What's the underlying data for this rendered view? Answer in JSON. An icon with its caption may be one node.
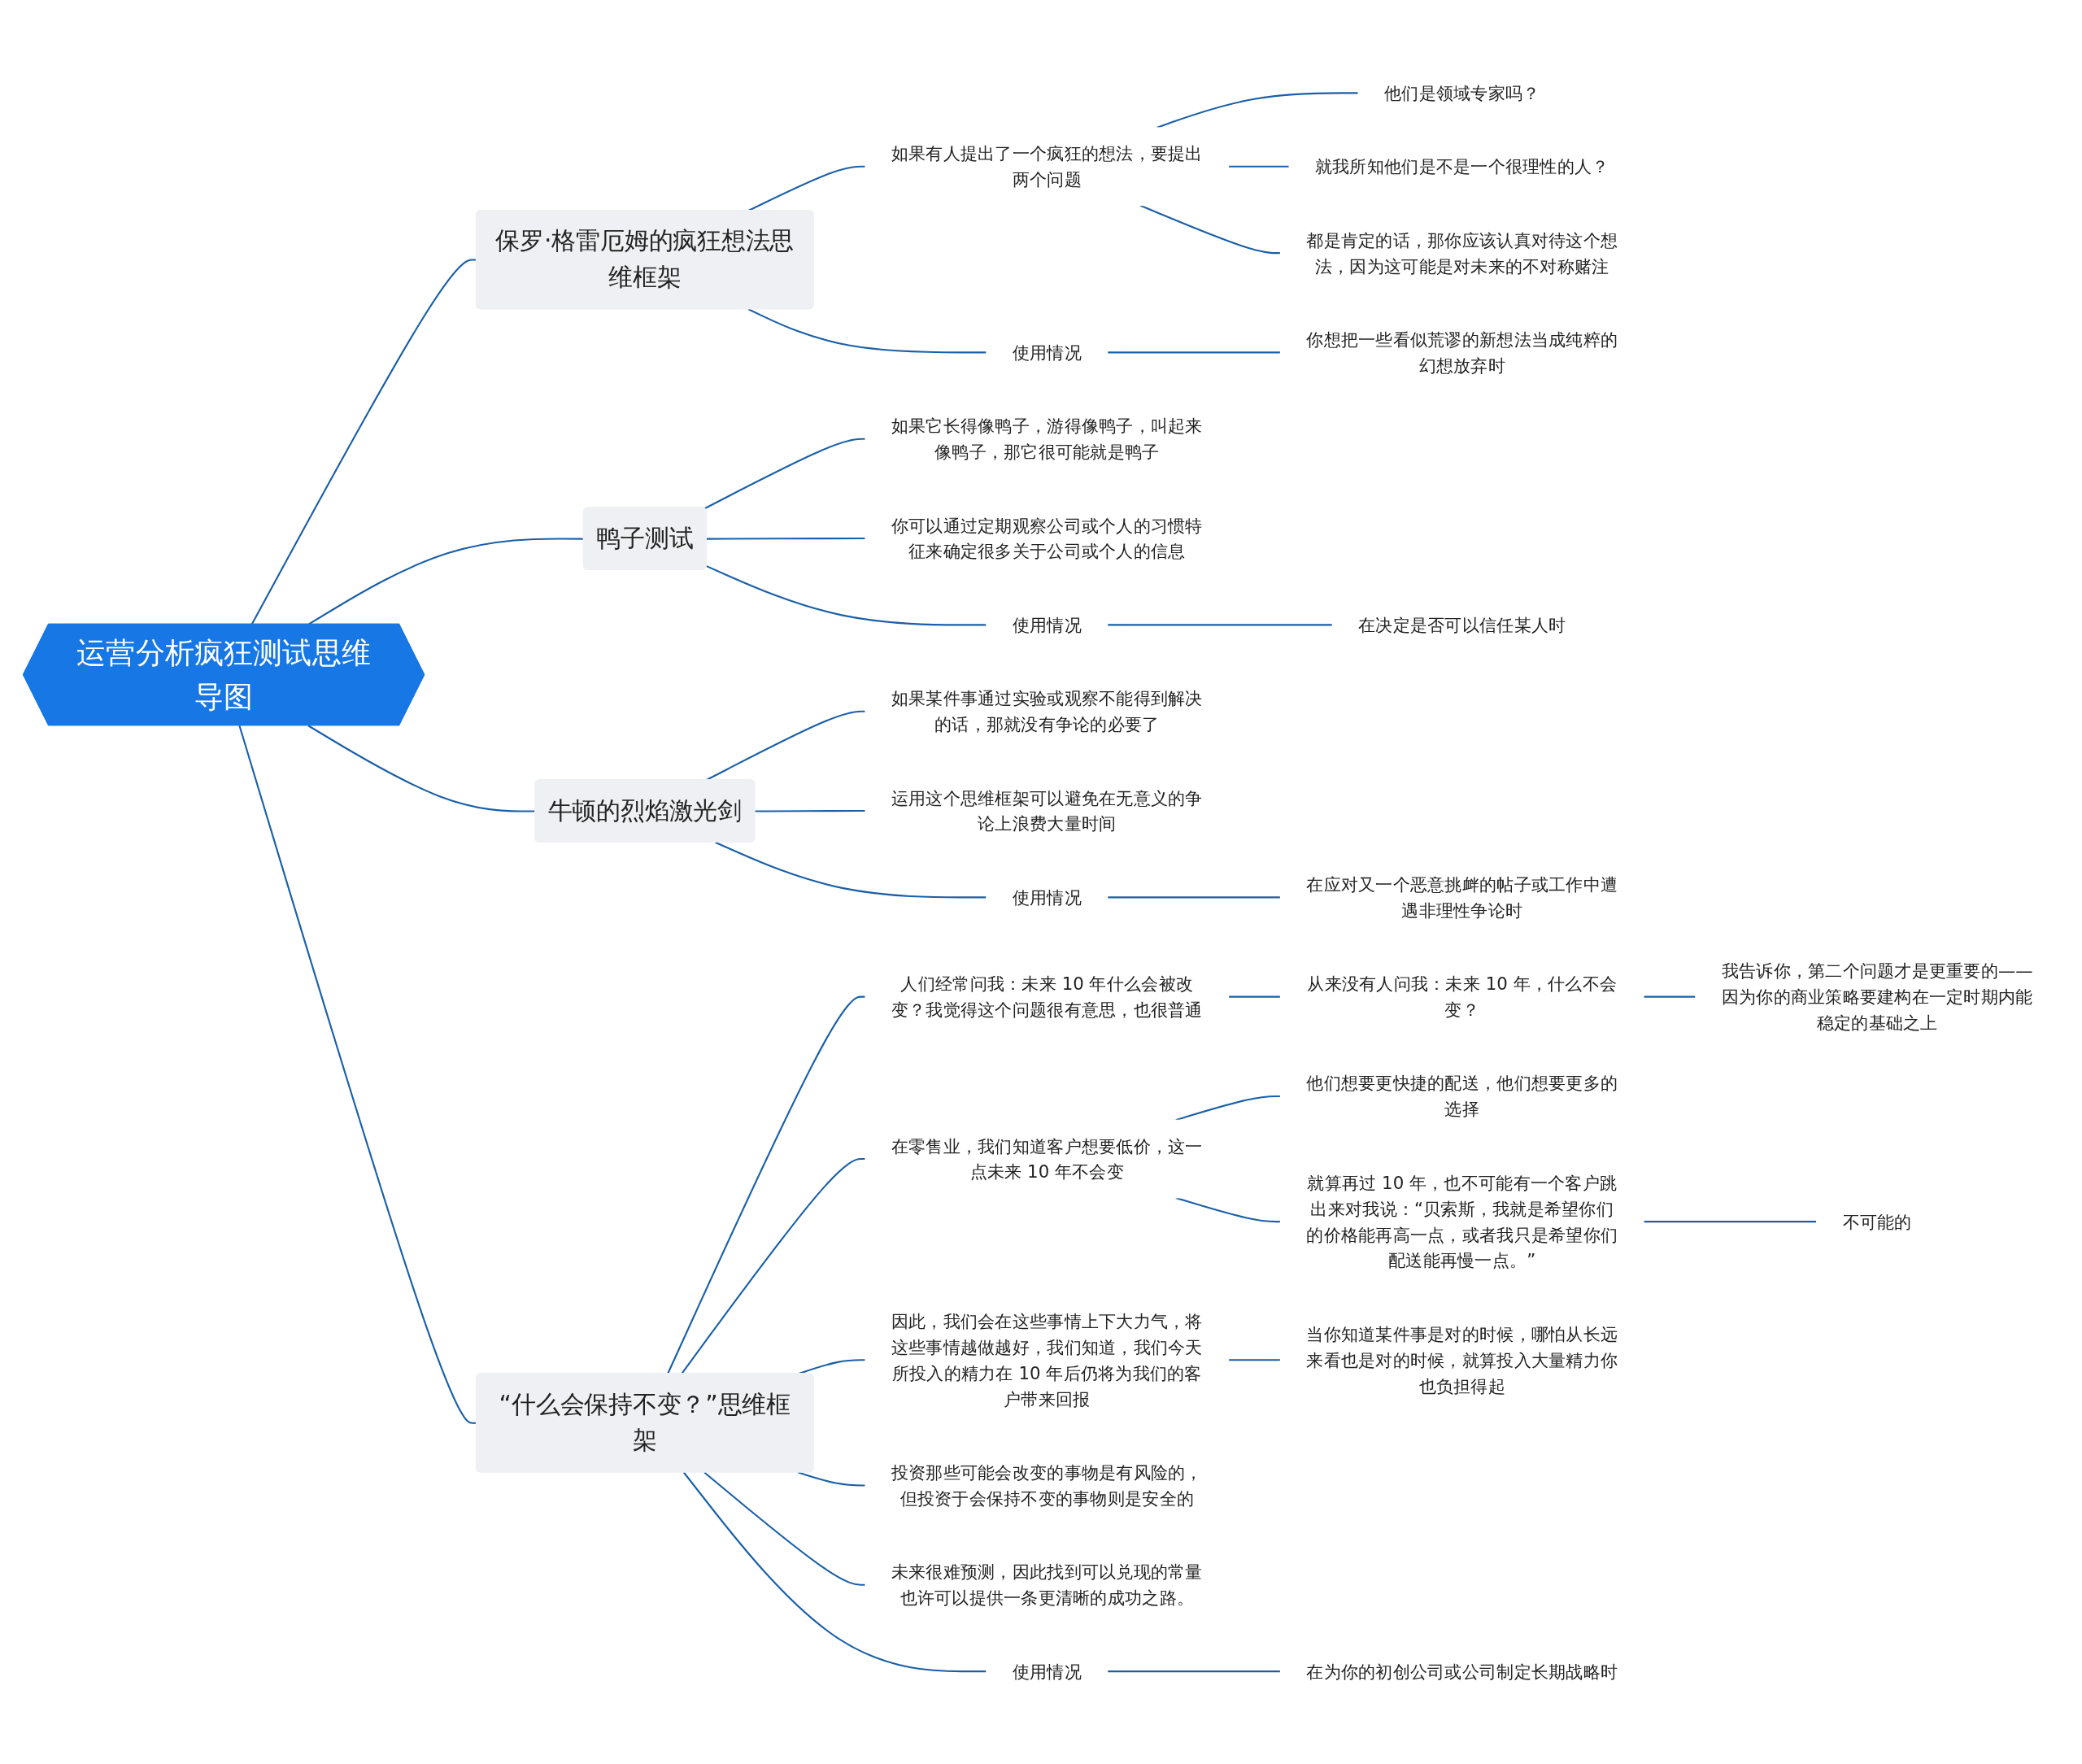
{
  "diagram": {
    "nodes": [
      {
        "text": [
          "运营分析疯狂测试思维导图"
        ]
      },
      {
        "text": [
          "保罗·格雷厄姆的疯狂想法思维框架"
        ]
      },
      {
        "text": [
          "如果有人提出了一个疯狂的想法，要提出两个问题"
        ]
      },
      {
        "text": [
          "他们是领域专家吗？"
        ]
      },
      {
        "text": [
          "就我所知他们是不是一个很理性的人？"
        ]
      },
      {
        "text": [
          "都是肯定的话，那你应该认真对待这个想法，因为这可能是对未来的不对称赌注"
        ]
      },
      {
        "text": [
          "使用情况"
        ]
      },
      {
        "text": [
          "你想把一些看似荒谬的新想法当成纯粹的幻想放弃时"
        ]
      },
      {
        "text": [
          "鸭子测试"
        ]
      },
      {
        "text": [
          "如果它长得像鸭子，游得像鸭子，叫起来像鸭子，那它很可能就是鸭子"
        ]
      },
      {
        "text": [
          "你可以通过定期观察公司或个人的习惯特征来确定很多关于公司或个人的信息"
        ]
      },
      {
        "text": [
          "使用情况"
        ]
      },
      {
        "text": [
          "在决定是否可以信任某人时"
        ]
      },
      {
        "text": [
          "牛顿的烈焰激光剑"
        ]
      },
      {
        "text": [
          "如果某件事通过实验或观察不能得到解决的话，那就没有争论的必要了"
        ]
      },
      {
        "text": [
          "运用这个思维框架可以避免在无意义的争论上浪费大量时间"
        ]
      },
      {
        "text": [
          "使用情况"
        ]
      },
      {
        "text": [
          "在应对又一个恶意挑衅的帖子或工作中遭遇非理性争论时"
        ]
      },
      {
        "text": [
          "“什么会保持不变？”思维框架"
        ]
      },
      {
        "text": [
          "人们经常问我：未来 10 年什么会被改变？我觉得这个问题很有意思，也很普通"
        ]
      },
      {
        "text": [
          "从来没有人问我：未来 10 年，什么不会变？"
        ]
      },
      {
        "text": [
          "我告诉你，第二个问题才是更重要的——因为你的商业策略要建构在一定时期内能稳定的基础之上"
        ]
      },
      {
        "text": [
          "在零售业，我们知道客户想要低价，这一点未来 10 年不会变"
        ]
      },
      {
        "text": [
          "他们想要更快捷的配送，他们想要更多的选择"
        ]
      },
      {
        "text": [
          "就算再过 10 年，也不可能有一个客户跳出来对我说：“贝索斯，我就是希望你们的价格能再高一点，或者我只是希望你们配送能再慢一点。”"
        ]
      },
      {
        "text": [
          "不可能的"
        ]
      },
      {
        "text": [
          "因此，我们会在这些事情上下大力气，将这些事情越做越好，我们知道，我们今天所投入的精力在 10 年后仍将为我们的客户带来回报"
        ]
      },
      {
        "text": [
          "当你知道某件事是对的时候，哪怕从长远来看也是对的时候，就算投入大量精力你也负担得起"
        ]
      },
      {
        "text": [
          "投资那些可能会改变的事物是有风险的，但投资于会保持不变的事物则是安全的"
        ]
      },
      {
        "text": [
          "未来很难预测，因此找到可以兑现的常量也许可以提供一条更清晰的成功之路。"
        ]
      },
      {
        "text": [
          "使用情况"
        ]
      },
      {
        "text": [
          "在为你的初创公司或公司制定长期战略时"
        ]
      }
    ],
    "edges": [
      {
        "from": 0,
        "to": 1,
        "arrow": "none"
      },
      {
        "from": 1,
        "to": 2,
        "arrow": "none"
      },
      {
        "from": 2,
        "to": 3,
        "arrow": "none"
      },
      {
        "from": 2,
        "to": 4,
        "arrow": "none"
      },
      {
        "from": 2,
        "to": 5,
        "arrow": "none"
      },
      {
        "from": 1,
        "to": 6,
        "arrow": "none"
      },
      {
        "from": 6,
        "to": 7,
        "arrow": "none"
      },
      {
        "from": 0,
        "to": 8,
        "arrow": "none"
      },
      {
        "from": 8,
        "to": 9,
        "arrow": "none"
      },
      {
        "from": 8,
        "to": 10,
        "arrow": "none"
      },
      {
        "from": 8,
        "to": 11,
        "arrow": "none"
      },
      {
        "from": 11,
        "to": 12,
        "arrow": "none"
      },
      {
        "from": 0,
        "to": 13,
        "arrow": "none"
      },
      {
        "from": 13,
        "to": 14,
        "arrow": "none"
      },
      {
        "from": 13,
        "to": 15,
        "arrow": "none"
      },
      {
        "from": 13,
        "to": 16,
        "arrow": "none"
      },
      {
        "from": 16,
        "to": 17,
        "arrow": "none"
      },
      {
        "from": 0,
        "to": 18,
        "arrow": "none"
      },
      {
        "from": 18,
        "to": 19,
        "arrow": "none"
      },
      {
        "from": 19,
        "to": 20,
        "arrow": "none"
      },
      {
        "from": 20,
        "to": 21,
        "arrow": "none"
      },
      {
        "from": 18,
        "to": 22,
        "arrow": "none"
      },
      {
        "from": 22,
        "to": 23,
        "arrow": "none"
      },
      {
        "from": 22,
        "to": 24,
        "arrow": "none"
      },
      {
        "from": 24,
        "to": 25,
        "arrow": "none"
      },
      {
        "from": 18,
        "to": 26,
        "arrow": "none"
      },
      {
        "from": 26,
        "to": 27,
        "arrow": "none"
      },
      {
        "from": 18,
        "to": 28,
        "arrow": "none"
      },
      {
        "from": 18,
        "to": 29,
        "arrow": "none"
      },
      {
        "from": 18,
        "to": 30,
        "arrow": "none"
      },
      {
        "from": 30,
        "to": 31,
        "arrow": "none"
      }
    ]
  }
}
